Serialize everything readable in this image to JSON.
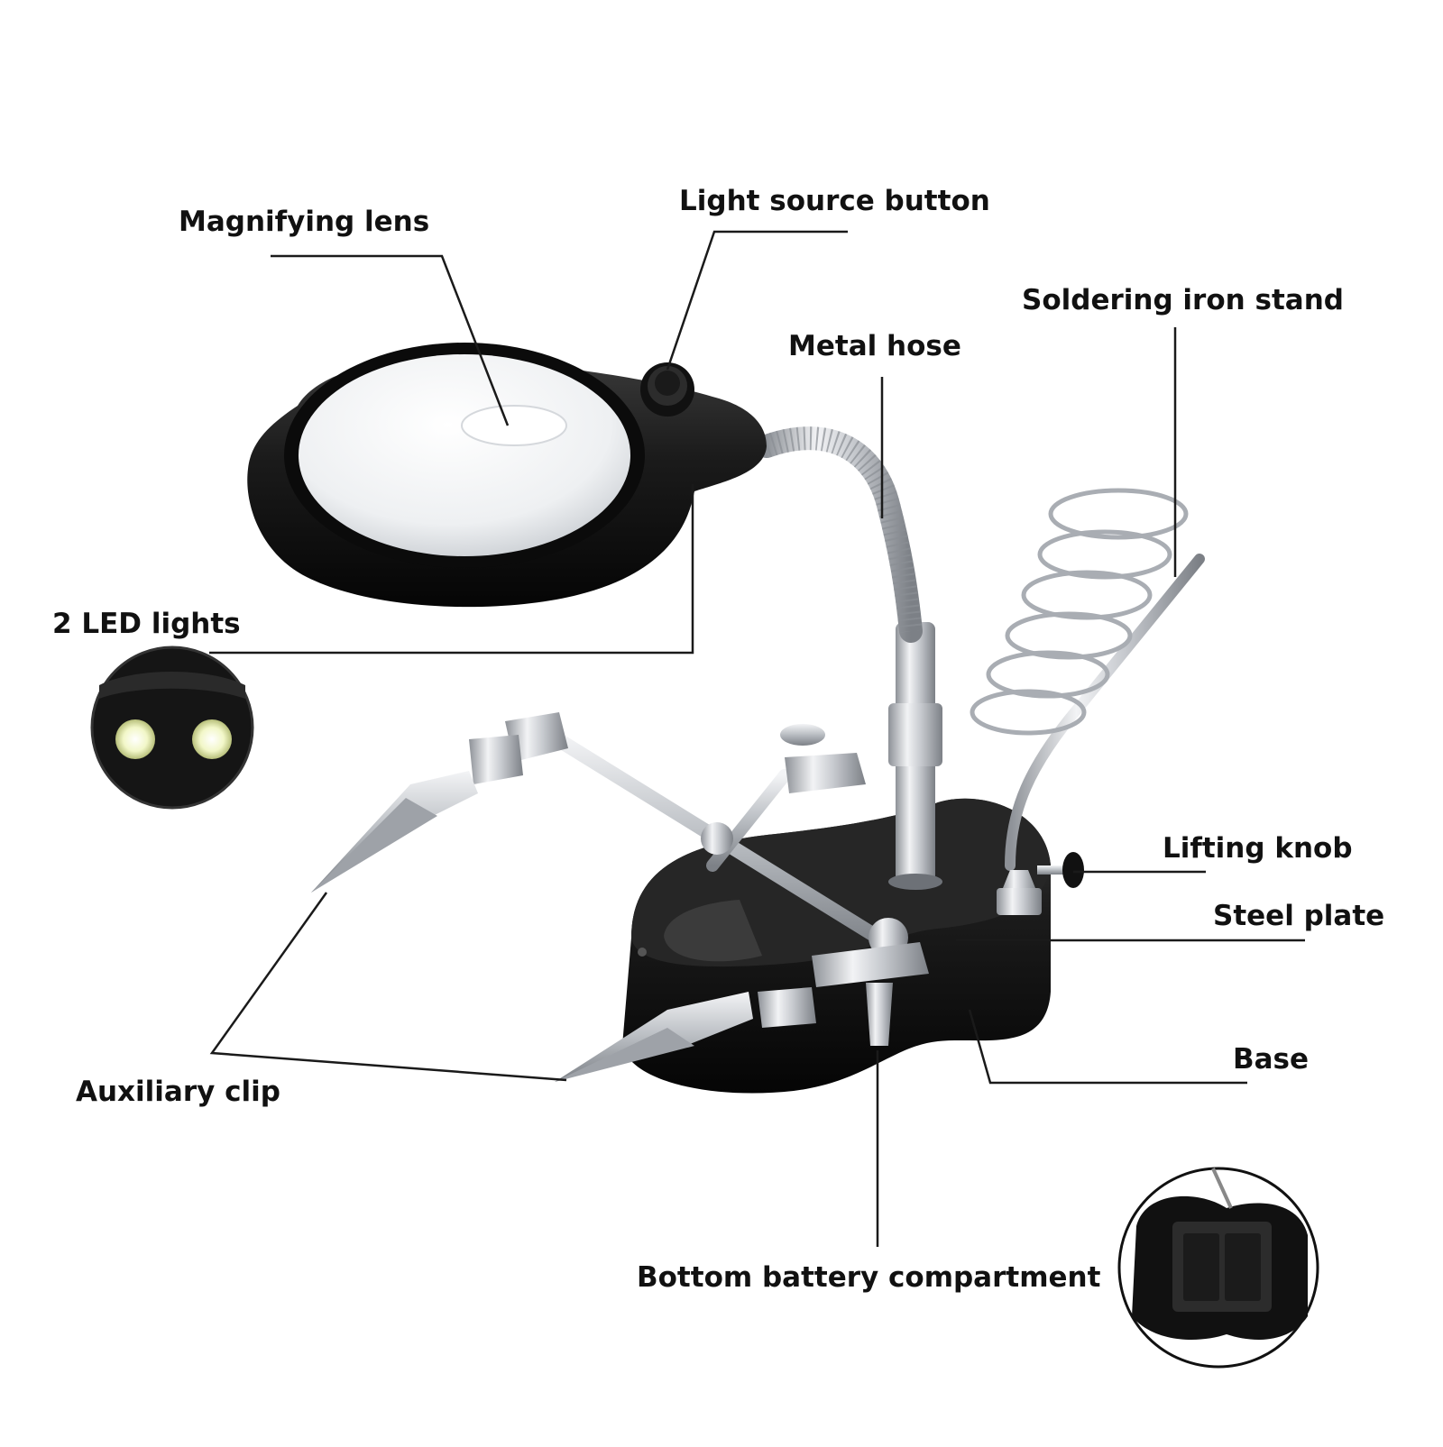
{
  "labels": {
    "magnifying_lens": "Magnifying lens",
    "light_source_button": "Light source button",
    "metal_hose": "Metal hose",
    "soldering_iron_stand": "Soldering iron stand",
    "led_lights": "2 LED lights",
    "lifting_knob": "Lifting knob",
    "steel_plate": "Steel plate",
    "base": "Base",
    "auxiliary_clip": "Auxiliary clip",
    "bottom_battery_compartment": "Bottom battery compartment"
  },
  "colors": {
    "background": "#ffffff",
    "text": "#111111",
    "leader_line": "#1a1a1a",
    "plastic_black": "#161616",
    "chrome": "#c9ccd0",
    "led": "#f4f8d8"
  }
}
